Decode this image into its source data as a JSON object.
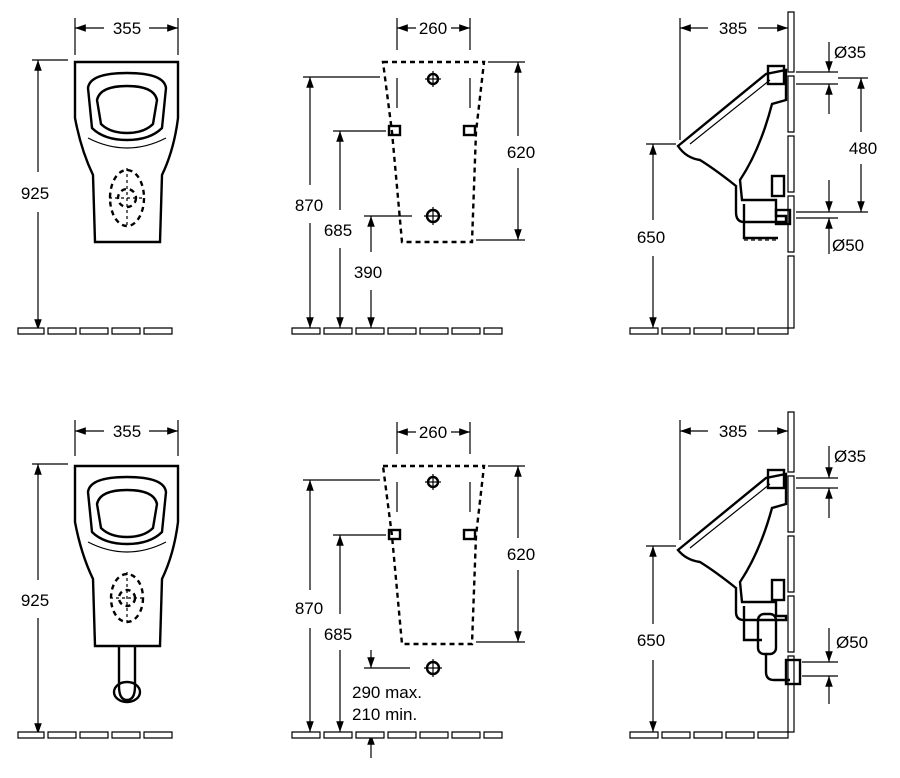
{
  "views": {
    "top_front": {
      "width": "355",
      "height": "925"
    },
    "top_plan": {
      "width": "260",
      "height": "620",
      "h1": "870",
      "h2": "685",
      "h3": "390"
    },
    "top_side": {
      "depth": "385",
      "pipe_top": "Ø35",
      "pipe_spacing": "480",
      "height": "650",
      "pipe_bottom": "Ø50"
    },
    "bottom_front": {
      "width": "355",
      "height": "925"
    },
    "bottom_plan": {
      "width": "260",
      "height": "620",
      "h1": "870",
      "h2": "685",
      "max": "290 max.",
      "min": "210 min."
    },
    "bottom_side": {
      "depth": "385",
      "pipe_top": "Ø35",
      "height": "650",
      "pipe_bottom": "Ø50"
    }
  }
}
